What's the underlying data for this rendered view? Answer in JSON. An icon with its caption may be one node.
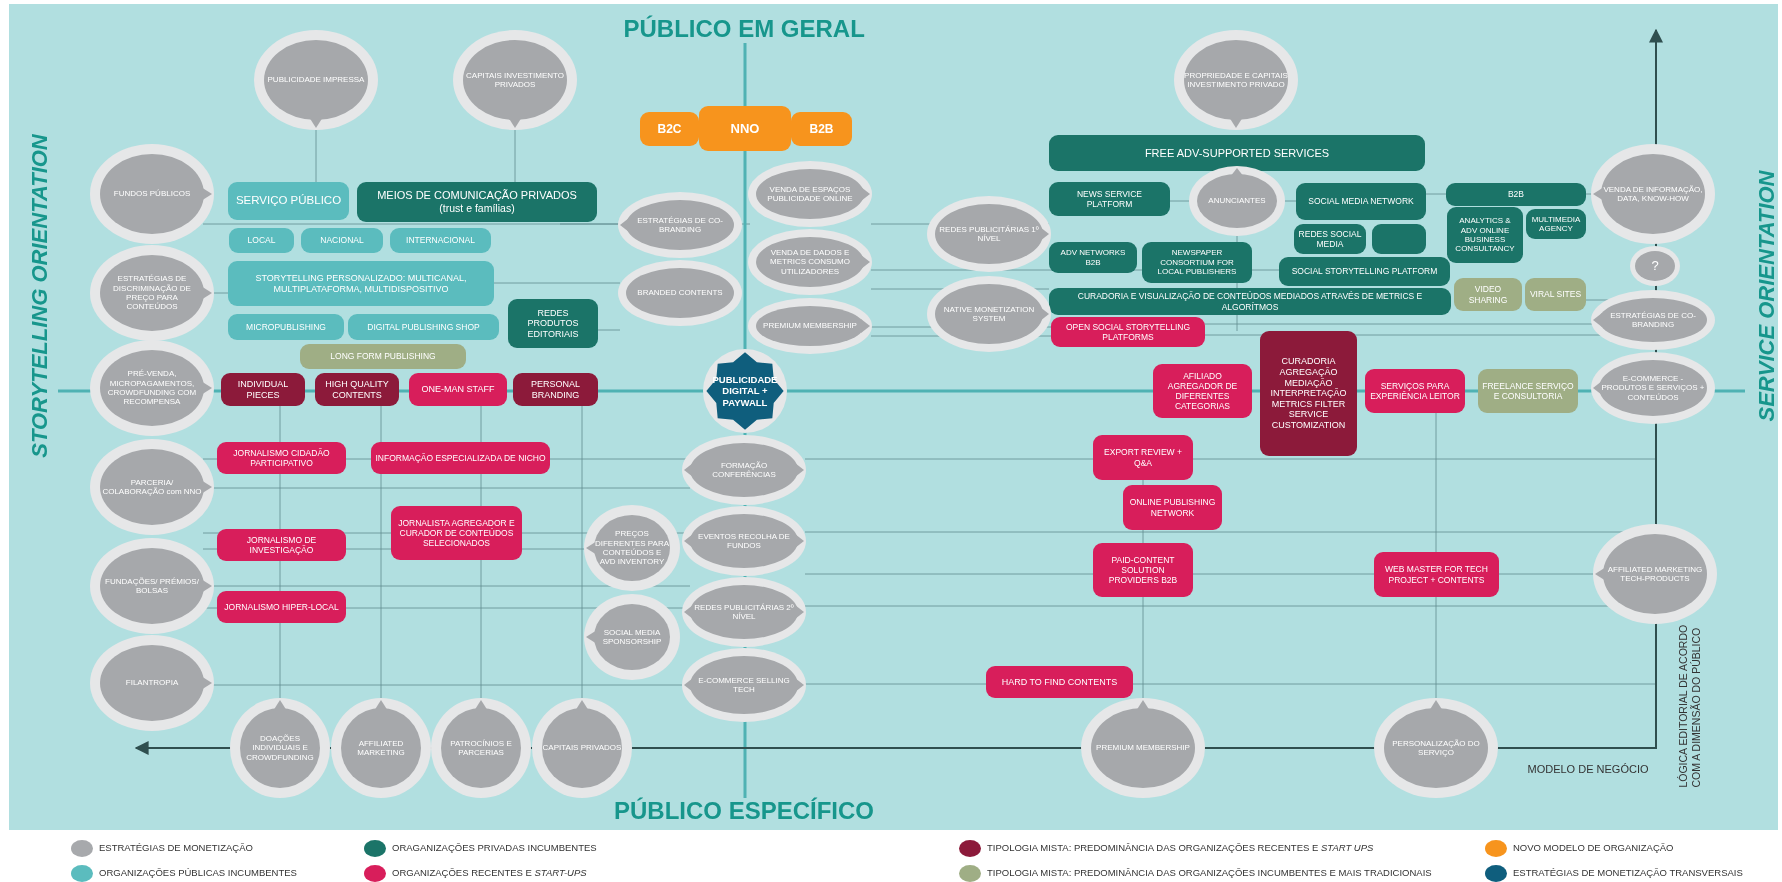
{
  "diagram": {
    "nodes": [
      {
        "text": [
          "PUBLICIDADE IMPRESSA"
        ]
      },
      {
        "text": [
          "CAPITAIS INVESTIMENTO PRIVADOS"
        ]
      },
      {
        "text": [
          "B2C"
        ]
      },
      {
        "text": [
          "NNO"
        ]
      },
      {
        "text": [
          "B2B"
        ]
      },
      {
        "text": [
          "PROPRIEDADE E CAPITAIS INVESTIMENTO PRIVADO"
        ]
      },
      {
        "text": [
          "FREE ADV-SUPPORTED SERVICES"
        ]
      },
      {
        "text": [
          "FUNDOS PÚBLICOS"
        ]
      },
      {
        "text": [
          "SERVIÇO PÚBLICO"
        ]
      },
      {
        "text": [
          "MEIOS DE COMUNICAÇÃO PRIVADOS",
          "(trust e famílias)"
        ]
      },
      {
        "text": [
          "ESTRATÉGIAS DE CO-BRANDING"
        ]
      },
      {
        "text": [
          "VENDA DE ESPAÇOS PUBLICIDADE ONLINE"
        ]
      },
      {
        "text": [
          "NEWS SERVICE PLATFORM"
        ]
      },
      {
        "text": [
          "ANUNCIANTES"
        ]
      },
      {
        "text": [
          "SOCIAL MEDIA NETWORK"
        ]
      },
      {
        "text": [
          "B2B"
        ]
      },
      {
        "text": [
          "VENDA DE INFORMAÇÃO, DATA, KNOW-HOW"
        ]
      },
      {
        "text": [
          "LOCAL"
        ]
      },
      {
        "text": [
          "NACIONAL"
        ]
      },
      {
        "text": [
          "INTERNACIONAL"
        ]
      },
      {
        "text": [
          "REDES PUBLICITÁRIAS 1º NÍVEL"
        ]
      },
      {
        "text": [
          "REDES SOCIAL MEDIA"
        ]
      },
      {
        "text": [],
        "shape": "box"
      },
      {
        "text": [
          "ANALYTICS & ADV ONLINE BUSINESS CONSULTANCY"
        ]
      },
      {
        "text": [
          "MULTIMEDIA AGENCY"
        ]
      },
      {
        "text": [
          "ESTRATÉGIAS DE DISCRIMINAÇÃO DE PREÇO PARA CONTEÚDOS"
        ]
      },
      {
        "text": [
          "STORYTELLING PERSONALIZADO: MULTICANAL, MULTIPLATAFORMA, MULTIDISPOSITIVO"
        ]
      },
      {
        "text": [
          "BRANDED CONTENTS"
        ]
      },
      {
        "text": [
          "VENDA DE DADOS E METRICS CONSUMO UTILIZADORES"
        ]
      },
      {
        "text": [
          "ADV NETWORKS B2B"
        ]
      },
      {
        "text": [
          "NEWSPAPER CONSORTIUM FOR LOCAL PUBLISHERS"
        ]
      },
      {
        "text": [
          "SOCIAL STORYTELLING PLATFORM"
        ]
      },
      {
        "text": [
          "CURADORIA E VISUALIZAÇÃO DE CONTEÚDOS MEDIADOS ATRAVÉS DE METRICS E ALGORÍTMOS"
        ]
      },
      {
        "text": [
          "VIDEO SHARING"
        ]
      },
      {
        "text": [
          "VIRAL SITES"
        ]
      },
      {
        "text": [
          "?"
        ]
      },
      {
        "text": [
          "MICROPUBLISHING"
        ]
      },
      {
        "text": [
          "DIGITAL PUBLISHING SHOP"
        ]
      },
      {
        "text": [
          "REDES PRODUTOS EDITORIAIS"
        ]
      },
      {
        "text": [
          "PREMIUM MEMBERSHIP"
        ]
      },
      {
        "text": [
          "NATIVE MONETIZATION SYSTEM"
        ]
      },
      {
        "text": [
          "OPEN SOCIAL STORYTELLING PLATFORMS"
        ]
      },
      {
        "text": [
          "ESTRATÉGIAS DE CO-BRANDING"
        ]
      },
      {
        "text": [
          "LONG FORM PUBLISHING"
        ]
      },
      {
        "text": [
          "PRÉ-VENDA, MICROPAGAMENTOS, CROWDFUNDING COM RECOMPENSA"
        ]
      },
      {
        "text": [
          "INDIVIDUAL PIECES"
        ]
      },
      {
        "text": [
          "HIGH QUALITY CONTENTS"
        ]
      },
      {
        "text": [
          "ONE-MAN STAFF"
        ]
      },
      {
        "text": [
          "PERSONAL BRANDING"
        ]
      },
      {
        "text": [
          "PUBLICIDADE DIGITAL + PAYWALL"
        ]
      },
      {
        "text": [
          "AFILIADO AGREGADOR DE DIFERENTES CATEGORIAS"
        ]
      },
      {
        "text": [
          "CURADORIA AGREGAÇÃO MEDIAÇÃO INTERPRETAÇÃO METRICS FILTER SERVICE CUSTOMIZATION"
        ]
      },
      {
        "text": [
          "SERVIÇOS PARA EXPERIÊNCIA LEITOR"
        ]
      },
      {
        "text": [
          "FREELANCE SERVIÇO E CONSULTORIA"
        ]
      },
      {
        "text": [
          "E-COMMERCE - PRODUTOS E SERVIÇOS + CONTEÚDOS"
        ]
      },
      {
        "text": [
          "JORNALISMO CIDADÃO PARTICIPATIVO"
        ]
      },
      {
        "text": [
          "INFORMAÇÃO ESPECIALIZADA DE NICHO"
        ]
      },
      {
        "text": [
          "FORMAÇÃO CONFERÊNCIAS"
        ]
      },
      {
        "text": [
          "EXPORT REVIEW + Q&A"
        ]
      },
      {
        "text": [
          "PARCERIA/ COLABORAÇÃO com NNO"
        ]
      },
      {
        "text": [
          "ONLINE PUBLISHING NETWORK"
        ]
      },
      {
        "text": [
          "JORNALISTA AGREGADOR E CURADOR DE CONTEÚDOS SELECIONADOS"
        ]
      },
      {
        "text": [
          "JORNALISMO DE INVESTIGAÇÃO"
        ]
      },
      {
        "text": [
          "EVENTOS RECOLHA DE FUNDOS"
        ]
      },
      {
        "text": [
          "PREÇOS DIFERENTES PARA CONTEÚDOS E AVD INVENTORY"
        ]
      },
      {
        "text": [
          "PAID-CONTENT SOLUTION PROVIDERS B2B"
        ]
      },
      {
        "text": [
          "WEB MASTER FOR TECH PROJECT + CONTENTS"
        ]
      },
      {
        "text": [
          "AFFILIATED MARKETING TECH-PRODUCTS"
        ]
      },
      {
        "text": [
          "FUNDAÇÕES/ PRÉMIOS/ BOLSAS"
        ]
      },
      {
        "text": [
          "JORNALISMO HIPER-LOCAL"
        ]
      },
      {
        "text": [
          "REDES PUBLICITÁRIAS 2º NÍVEL"
        ]
      },
      {
        "text": [
          "SOCIAL MEDIA SPONSORSHIP"
        ]
      },
      {
        "text": [
          "HARD TO FIND CONTENTS"
        ]
      },
      {
        "text": [
          "FILANTROPIA"
        ]
      },
      {
        "text": [
          "E-COMMERCE SELLING TECH"
        ]
      },
      {
        "text": [
          "DOAÇÕES INDIVIDUAIS E CROWDFUNDING"
        ]
      },
      {
        "text": [
          "AFFILIATED MARKETING"
        ]
      },
      {
        "text": [
          "PATROCÍNIOS E PARCERIAS"
        ]
      },
      {
        "text": [
          "CAPITAIS PRIVADOS"
        ]
      },
      {
        "text": [
          "PREMIUM MEMBERSHIP"
        ]
      },
      {
        "text": [
          "PERSONALIZAÇÃO DO SERVIÇO"
        ]
      }
    ],
    "labels": [
      "PÚBLICO EM GERAL",
      "STORYTELLING ORIENTATION",
      "SERVICE ORIENTATION",
      "MODELO DE NEGÓCIO",
      "LÓGICA EDITORIAL DE ACORDO COM A DIMENSÃO DO PÚBLICO",
      "PÚBLICO ESPECÍFICO"
    ],
    "legend": [
      {
        "text": "ESTRATÉGIAS DE MONETIZAÇÃO",
        "color": "#a7a9ac"
      },
      {
        "text": "ORAGANIZAÇÕES PRIVADAS INCUMBENTES",
        "color": "#1b7468"
      },
      {
        "text": "TIPOLOGIA MISTA: PREDOMINÂNCIA DAS ORGANIZAÇÕES RECENTES E *START UPS*",
        "color": "#8c1a3a"
      },
      {
        "text": "NOVO MODELO DE ORGANIZAÇÃO",
        "color": "#f7941d"
      },
      {
        "text": "ORGANIZAÇÕES PÚBLICAS INCUMBENTES",
        "color": "#5bbcbe"
      },
      {
        "text": "ORGANIZAÇÕES RECENTES E *START-UPS*",
        "color": "#d81e5b"
      },
      {
        "text": "TIPOLOGIA MISTA:  PREDOMINÂNCIA DAS ORGANIZAÇÕES INCUMBENTES E MAIS TRADICIONAIS",
        "color": "#9fae85"
      },
      {
        "text": "ESTRATÉGIAS DE MONETIZAÇÃO TRANSVERSAIS",
        "color": "#0f5e7d"
      }
    ]
  }
}
